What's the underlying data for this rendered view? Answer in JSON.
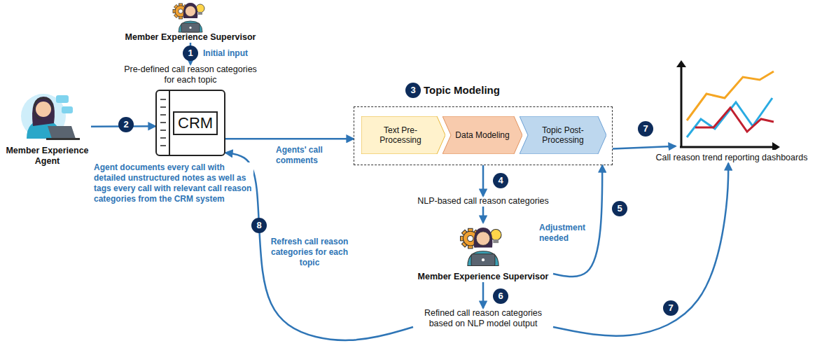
{
  "diagram": {
    "nodes": [
      {
        "text": [
          "Member Experience Supervisor"
        ]
      },
      {
        "text": [
          "Member Experience Agent"
        ]
      },
      {
        "text": [
          "Pre-defined call reason categories for each topic",
          "CRM"
        ]
      },
      {
        "text": [
          "Topic Modeling"
        ]
      },
      {
        "text": [
          "Text Pre-Processing"
        ],
        "in": 3
      },
      {
        "text": [
          "Data Modeling"
        ],
        "in": 3
      },
      {
        "text": [
          "Topic Post-Processing"
        ],
        "in": 3
      },
      {
        "text": [
          "NLP-based call reason categories"
        ]
      },
      {
        "text": [
          "Member Experience Supervisor"
        ]
      },
      {
        "text": [
          "Refined call reason categories based on NLP model output"
        ]
      },
      {
        "text": [
          "Call reason trend reporting dashboards"
        ]
      }
    ],
    "edges": [
      {
        "from": 0,
        "to": 2,
        "label": "Initial input",
        "arrow": "to"
      },
      {
        "from": 1,
        "to": 2,
        "label": "Agent documents every call with detailed unstructured notes as well as tags every call with relevant call reason categories from the CRM system",
        "arrow": "to"
      },
      {
        "from": 2,
        "to": 3,
        "label": "Agents' call comments",
        "arrow": "to"
      },
      {
        "from": 3,
        "to": 10,
        "arrow": "to"
      },
      {
        "from": 3,
        "to": 7,
        "arrow": "to"
      },
      {
        "from": 7,
        "to": 8,
        "arrow": "to"
      },
      {
        "from": 8,
        "to": 3,
        "label": "Adjustment needed",
        "arrow": "to"
      },
      {
        "from": 8,
        "to": 9,
        "arrow": "to"
      },
      {
        "from": 9,
        "to": 10,
        "arrow": "to"
      },
      {
        "from": 9,
        "to": 2,
        "label": "Refresh call reason categories for each topic",
        "arrow": "to"
      }
    ],
    "labels": [
      "1",
      "2",
      "3",
      "4",
      "5",
      "6",
      "7",
      "7",
      "8"
    ]
  }
}
